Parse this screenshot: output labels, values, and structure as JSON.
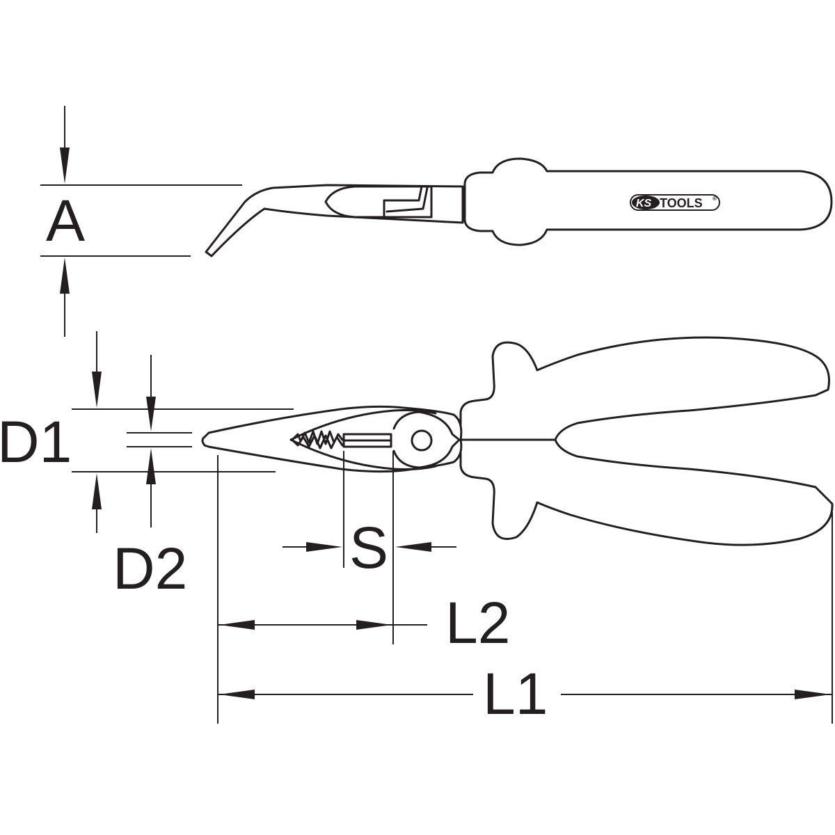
{
  "dimensions": {
    "a": "A",
    "d1": "D1",
    "d2": "D2",
    "s": "S",
    "l2": "L2",
    "l1": "L1"
  },
  "logo": {
    "ks": "KS",
    "tools": "TOOLS",
    "registered": "®"
  },
  "colors": {
    "line": "#231f20",
    "background": "#ffffff"
  }
}
